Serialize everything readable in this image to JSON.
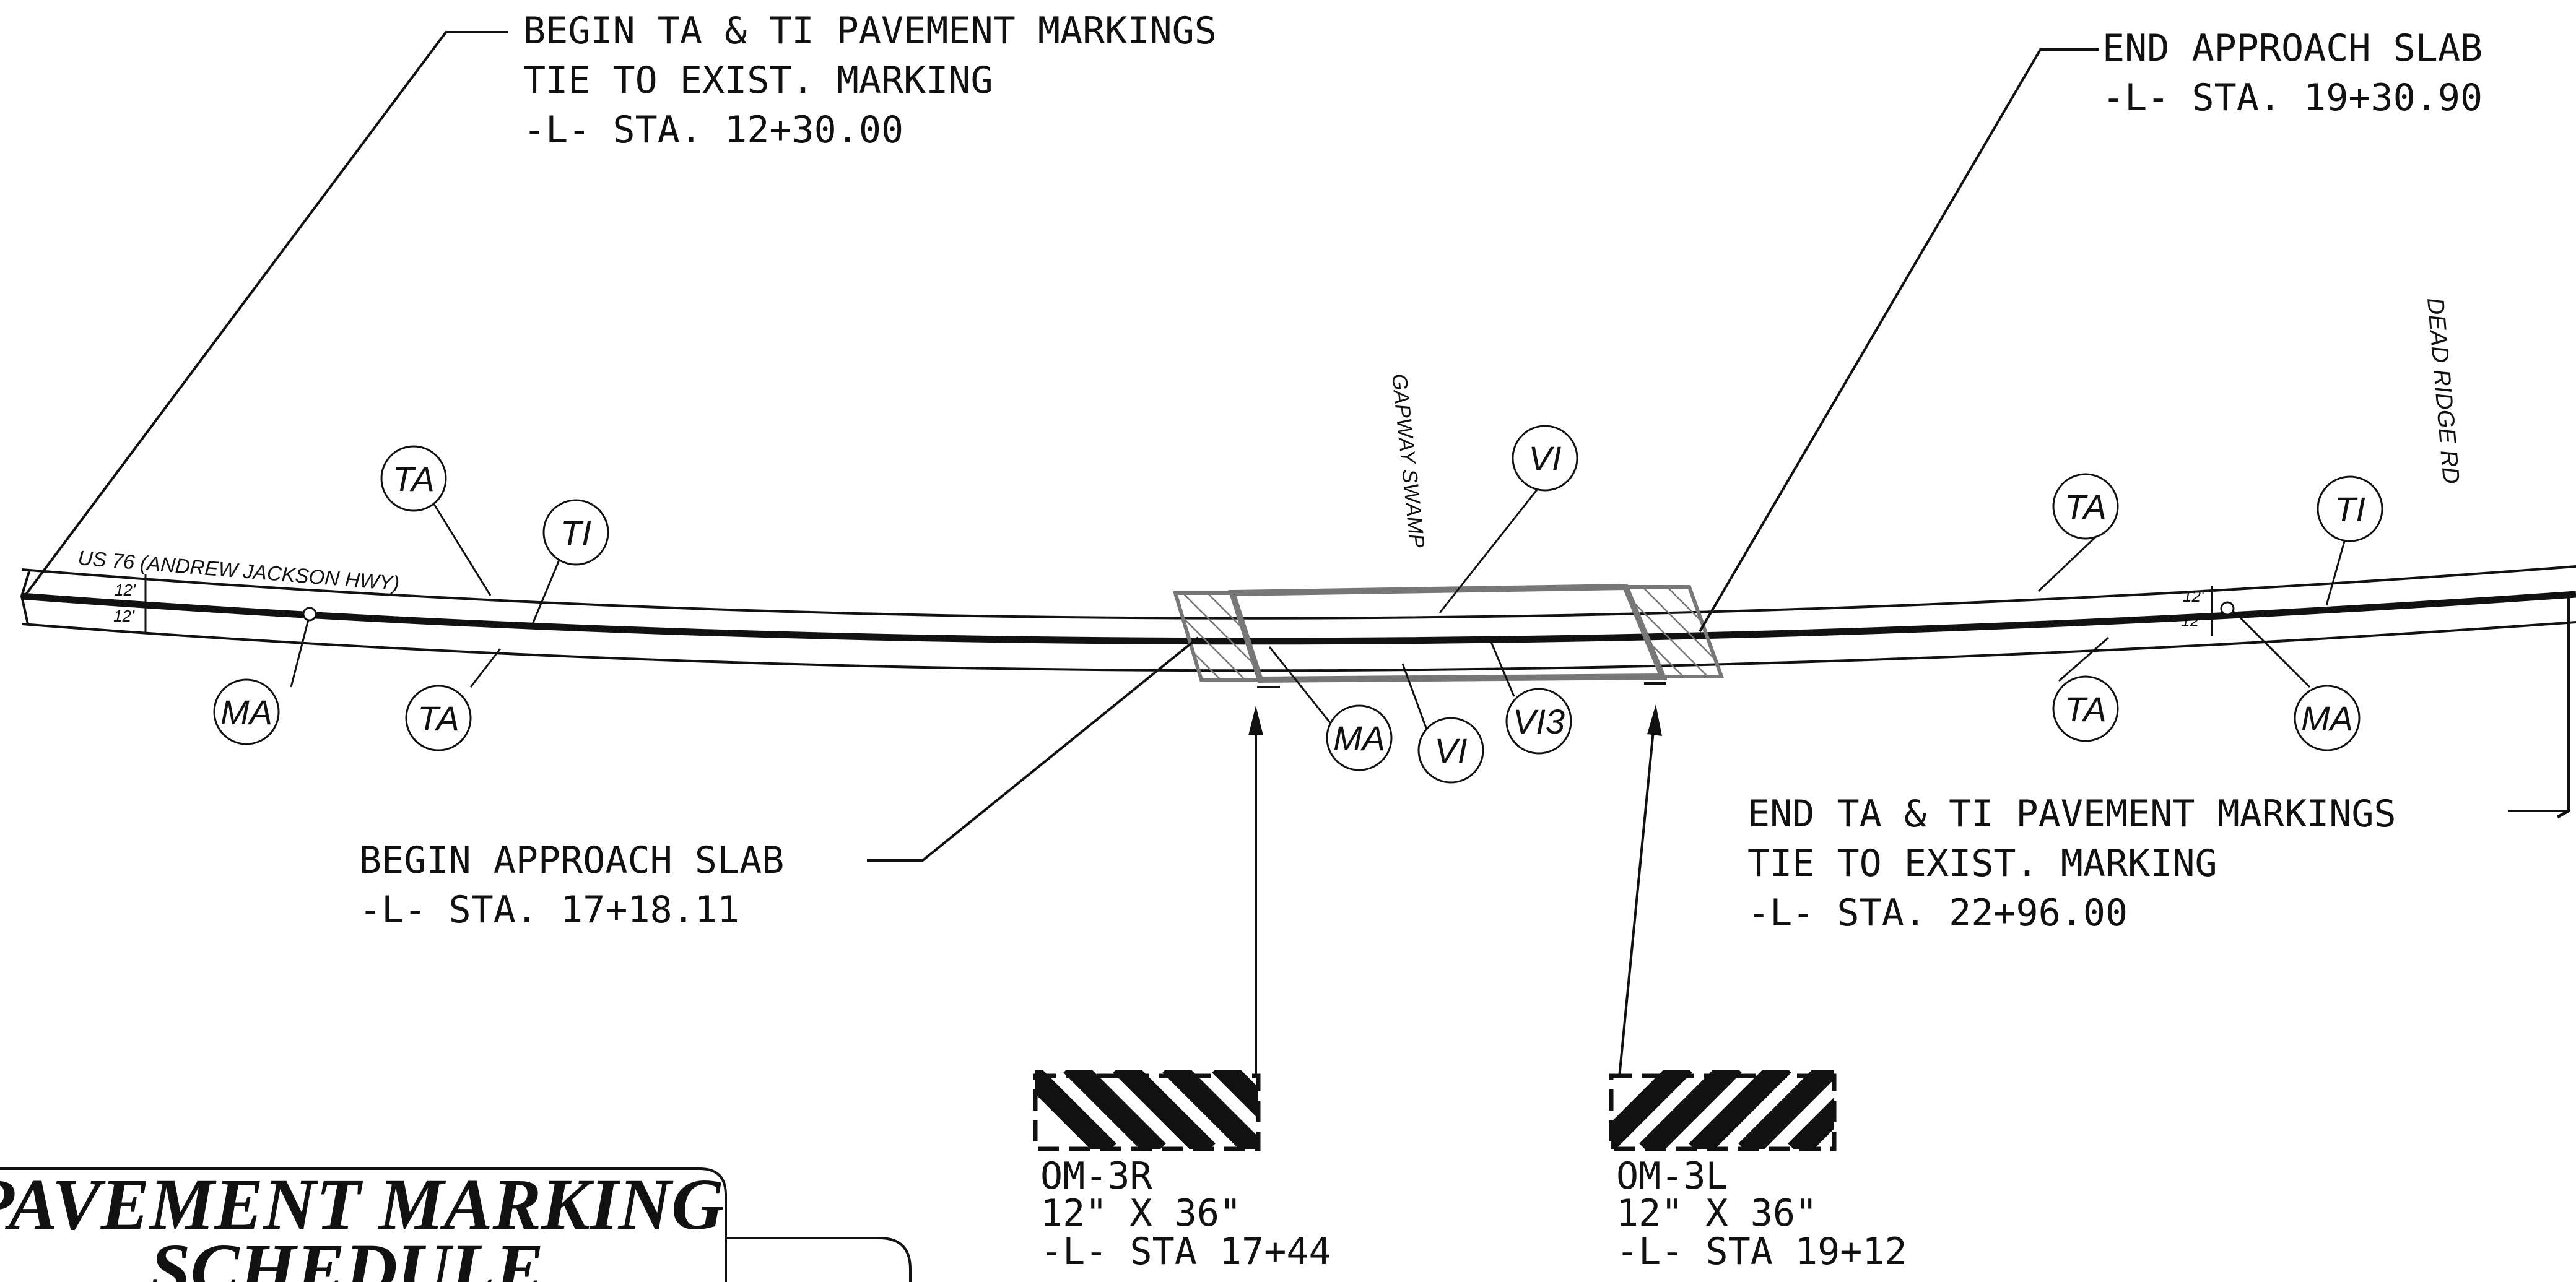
{
  "notes": {
    "begin_ta_ti": [
      "BEGIN TA & TI PAVEMENT MARKINGS",
      "TIE TO EXIST. MARKING",
      "-L- STA. 12+30.00"
    ],
    "end_approach_slab": [
      "END APPROACH SLAB",
      "-L- STA. 19+30.90"
    ],
    "begin_approach_slab": [
      "BEGIN APPROACH SLAB",
      "-L- STA. 17+18.11"
    ],
    "end_ta_ti": [
      "END TA & TI PAVEMENT MARKINGS",
      "TIE TO EXIST. MARKING",
      "-L- STA. 22+96.00"
    ]
  },
  "labels": {
    "road_name": "US 76 (ANDREW JACKSON HWY)",
    "swamp": "GAPWAY SWAMP",
    "side_road": "DEAD RIDGE RD",
    "lane_width": "12'"
  },
  "bubbles": {
    "ta": "TA",
    "ti": "TI",
    "ma": "MA",
    "vi": "VI",
    "vi3": "VI3"
  },
  "markers": {
    "om3r": [
      "OM-3R",
      "12\" X 36\"",
      "-L- STA 17+44"
    ],
    "om3l": [
      "OM-3L",
      "12\" X 36\"",
      "-L- STA 19+12"
    ]
  },
  "schedule": {
    "title_line1": "PAVEMENT MARKING",
    "title_line2": "SCHEDULE"
  }
}
